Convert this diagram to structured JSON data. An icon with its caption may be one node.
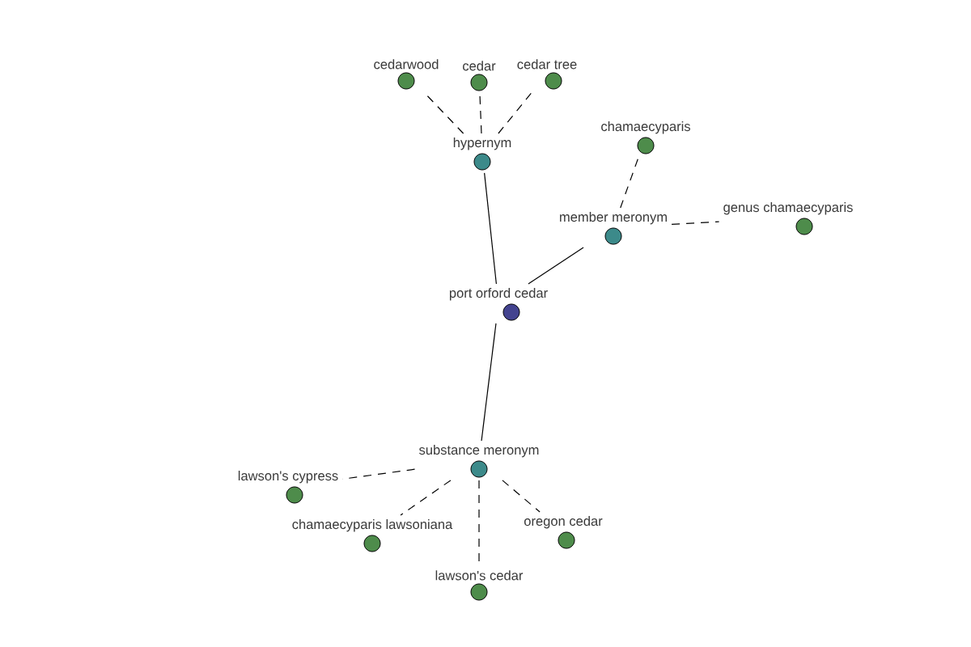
{
  "diagram": {
    "nodes": [
      {
        "text": [
          "cedarwood"
        ]
      },
      {
        "text": [
          "cedar"
        ]
      },
      {
        "text": [
          "cedar tree"
        ]
      },
      {
        "text": [
          "hypernym"
        ]
      },
      {
        "text": [
          "chamaecyparis"
        ]
      },
      {
        "text": [
          "genus chamaecyparis"
        ]
      },
      {
        "text": [
          "member meronym"
        ]
      },
      {
        "text": [
          "port orford cedar"
        ]
      },
      {
        "text": [
          "substance meronym"
        ]
      },
      {
        "text": [
          "lawson's cypress"
        ]
      },
      {
        "text": [
          "chamaecyparis lawsoniana"
        ]
      },
      {
        "text": [
          "oregon cedar"
        ]
      },
      {
        "text": [
          "lawson's cedar"
        ]
      }
    ],
    "edges": [
      {
        "from": 7,
        "to": 3,
        "arrow": "none"
      },
      {
        "from": 7,
        "to": 6,
        "arrow": "none"
      },
      {
        "from": 7,
        "to": 8,
        "arrow": "none"
      },
      {
        "from": 3,
        "to": 0,
        "arrow": "none",
        "style": "dashed"
      },
      {
        "from": 3,
        "to": 1,
        "arrow": "none",
        "style": "dashed"
      },
      {
        "from": 3,
        "to": 2,
        "arrow": "none",
        "style": "dashed"
      },
      {
        "from": 6,
        "to": 4,
        "arrow": "none",
        "style": "dashed"
      },
      {
        "from": 6,
        "to": 5,
        "arrow": "none",
        "style": "dashed"
      },
      {
        "from": 8,
        "to": 9,
        "arrow": "none",
        "style": "dashed"
      },
      {
        "from": 8,
        "to": 10,
        "arrow": "none",
        "style": "dashed"
      },
      {
        "from": 8,
        "to": 11,
        "arrow": "none",
        "style": "dashed"
      },
      {
        "from": 8,
        "to": 12,
        "arrow": "none",
        "style": "dashed"
      }
    ]
  }
}
